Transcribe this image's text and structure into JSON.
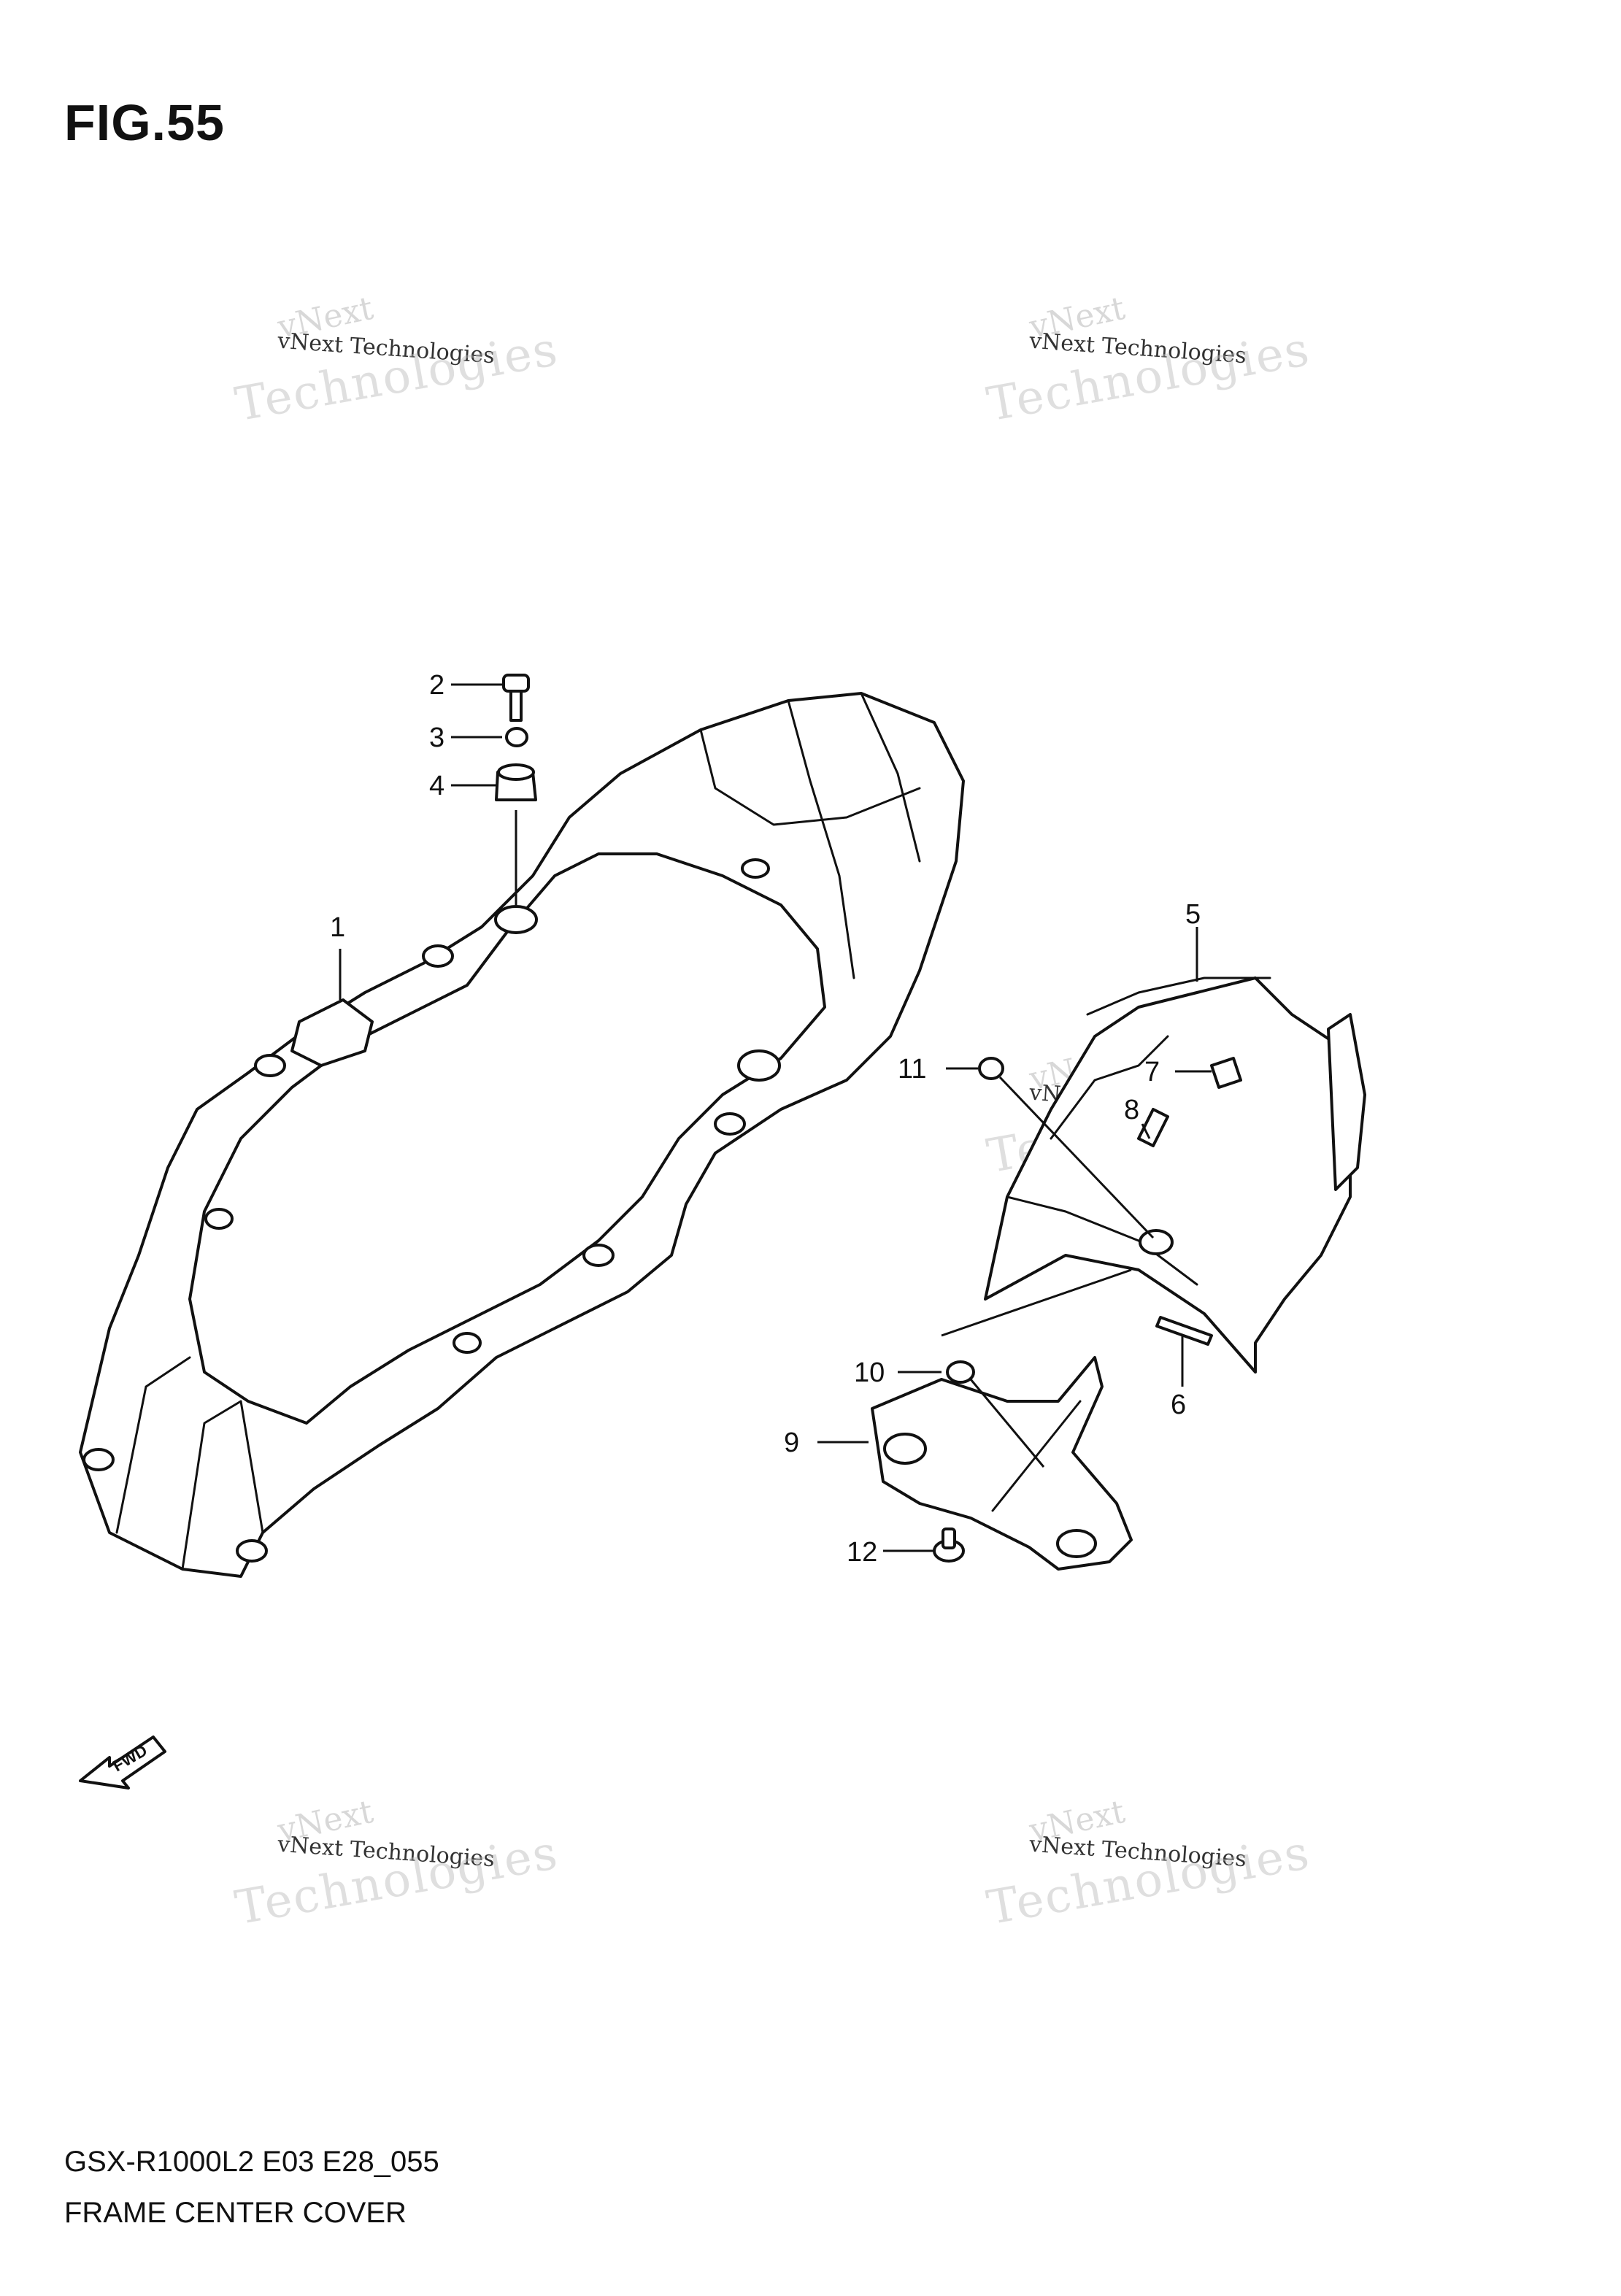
{
  "figure": {
    "title": "FIG.55",
    "model_code": "GSX-R1000L2 E03 E28_055",
    "section_name": "FRAME CENTER COVER",
    "direction_label": "FWD"
  },
  "watermark": {
    "line1": "vNext",
    "line2": "vNext Technologies",
    "line3": "Technologies"
  },
  "callouts": [
    "1",
    "2",
    "3",
    "4",
    "5",
    "6",
    "7",
    "8",
    "9",
    "10",
    "11",
    "12"
  ]
}
